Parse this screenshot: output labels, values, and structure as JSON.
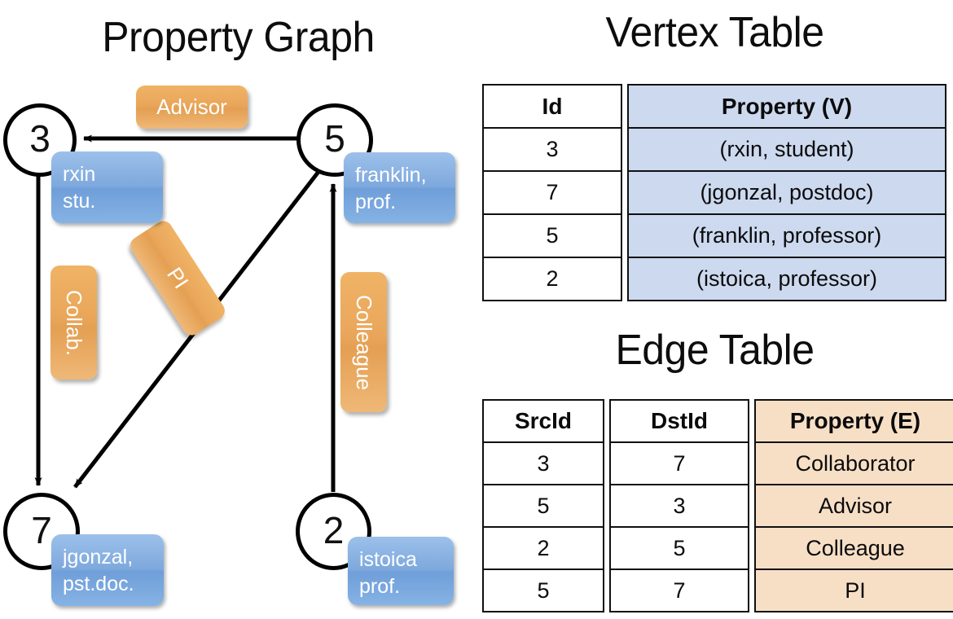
{
  "titles": {
    "property_graph": "Property Graph",
    "vertex_table": "Vertex Table",
    "edge_table": "Edge Table"
  },
  "colors": {
    "vertex_property_fill": "#ccd9ef",
    "edge_property_fill": "#f7dfc6",
    "vertex_box_fill": "#7ea9dd",
    "edge_label_fill": "#e9a65a",
    "stroke": "#000000",
    "background": "#ffffff"
  },
  "graph": {
    "nodes": [
      {
        "id": "3",
        "property_label": [
          "rxin",
          "stu."
        ]
      },
      {
        "id": "5",
        "property_label": [
          "franklin,",
          "prof."
        ]
      },
      {
        "id": "7",
        "property_label": [
          "jgonzal,",
          "pst.doc."
        ]
      },
      {
        "id": "2",
        "property_label": [
          "istoica",
          "prof."
        ]
      }
    ],
    "edges": [
      {
        "src": "5",
        "dst": "3",
        "label": "Advisor",
        "orientation": "horizontal"
      },
      {
        "src": "3",
        "dst": "7",
        "label": "Collab.",
        "orientation": "vertical"
      },
      {
        "src": "5",
        "dst": "7",
        "label": "PI",
        "orientation": "diagonal"
      },
      {
        "src": "2",
        "dst": "5",
        "label": "Colleague",
        "orientation": "vertical"
      }
    ]
  },
  "vertex_table": {
    "columns": [
      "Id",
      "Property (V)"
    ],
    "rows": [
      {
        "id": "3",
        "property": "(rxin, student)"
      },
      {
        "id": "7",
        "property": "(jgonzal, postdoc)"
      },
      {
        "id": "5",
        "property": "(franklin, professor)"
      },
      {
        "id": "2",
        "property": "(istoica, professor)"
      }
    ]
  },
  "edge_table": {
    "columns": [
      "SrcId",
      "DstId",
      "Property (E)"
    ],
    "rows": [
      {
        "src": "3",
        "dst": "7",
        "property": "Collaborator"
      },
      {
        "src": "5",
        "dst": "3",
        "property": "Advisor"
      },
      {
        "src": "2",
        "dst": "5",
        "property": "Colleague"
      },
      {
        "src": "5",
        "dst": "7",
        "property": "PI"
      }
    ]
  }
}
